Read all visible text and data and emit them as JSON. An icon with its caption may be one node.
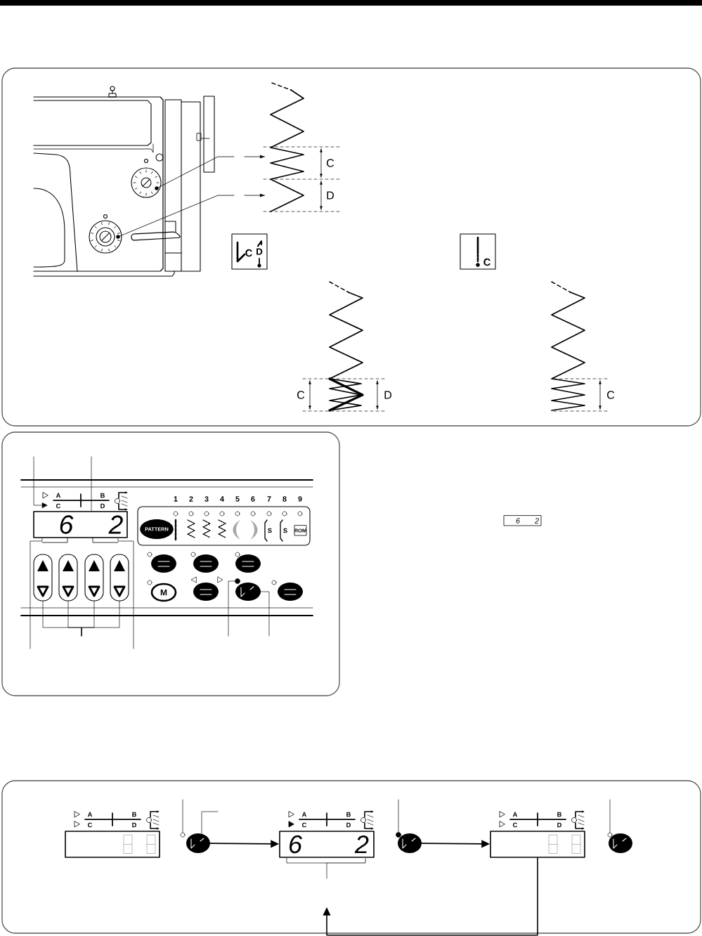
{
  "diagram": {
    "nodes": [
      {
        "text": [
          "6",
          "2"
        ]
      },
      {
        "text": [
          "PATTERN"
        ]
      },
      {
        "text": [],
        "shape": "button"
      },
      {
        "text": [],
        "shape": "button"
      },
      {
        "text": [],
        "shape": "button"
      },
      {
        "text": [
          "M"
        ]
      },
      {
        "text": [],
        "shape": "button"
      },
      {
        "text": [],
        "shape": "button"
      },
      {
        "text": [],
        "shape": "button"
      },
      {
        "text": [],
        "shape": "button"
      },
      {
        "text": [],
        "shape": "button"
      },
      {
        "text": [],
        "shape": "button"
      },
      {
        "text": [],
        "shape": "button"
      },
      {
        "text": [],
        "shape": "box"
      },
      {
        "text": [],
        "shape": "button"
      },
      {
        "text": [
          "6",
          "2"
        ]
      },
      {
        "text": [],
        "shape": "button"
      },
      {
        "text": [],
        "shape": "box"
      },
      {
        "text": [],
        "shape": "button"
      },
      {
        "text": [
          "A",
          "C",
          "B",
          "D"
        ]
      },
      {
        "text": [],
        "shape": "circle"
      },
      {
        "text": [],
        "shape": "circle"
      },
      {
        "text": [],
        "shape": "circle"
      },
      {
        "text": [],
        "shape": "circle"
      }
    ],
    "edges": [
      {
        "from": null,
        "to": 0,
        "arrow": "none"
      },
      {
        "from": null,
        "to": 19,
        "arrow": "to"
      },
      {
        "from": null,
        "to": 0,
        "arrow": "none"
      },
      {
        "from": null,
        "to": 0,
        "arrow": "none"
      },
      {
        "from": null,
        "to": 9,
        "arrow": "none"
      },
      {
        "from": null,
        "to": 10,
        "arrow": "none"
      },
      {
        "from": null,
        "to": 11,
        "arrow": "none"
      },
      {
        "from": null,
        "to": 12,
        "arrow": "none"
      },
      {
        "from": null,
        "to": 20,
        "arrow": "none"
      },
      {
        "from": null,
        "to": 7,
        "arrow": "none"
      },
      {
        "from": 14,
        "to": 15,
        "arrow": "to"
      },
      {
        "from": 16,
        "to": 17,
        "arrow": "to"
      },
      {
        "from": 17,
        "to": 15,
        "arrow": "to"
      },
      {
        "from": null,
        "to": 21,
        "arrow": "none"
      },
      {
        "from": null,
        "to": 14,
        "arrow": "none"
      },
      {
        "from": null,
        "to": 22,
        "arrow": "none"
      },
      {
        "from": null,
        "to": 23,
        "arrow": "none"
      },
      {
        "from": null,
        "to": 15,
        "arrow": "none"
      }
    ],
    "labels": [
      "C",
      "D",
      "C",
      "D",
      "C",
      "C",
      "D",
      "C",
      "1",
      "2",
      "3",
      "4",
      "5",
      "6",
      "7",
      "8",
      "9",
      "S",
      "S",
      "ROM",
      "6",
      "2",
      "A",
      "C",
      "B",
      "D",
      "A",
      "C",
      "B",
      "D",
      "A",
      "C",
      "B",
      "D"
    ]
  }
}
